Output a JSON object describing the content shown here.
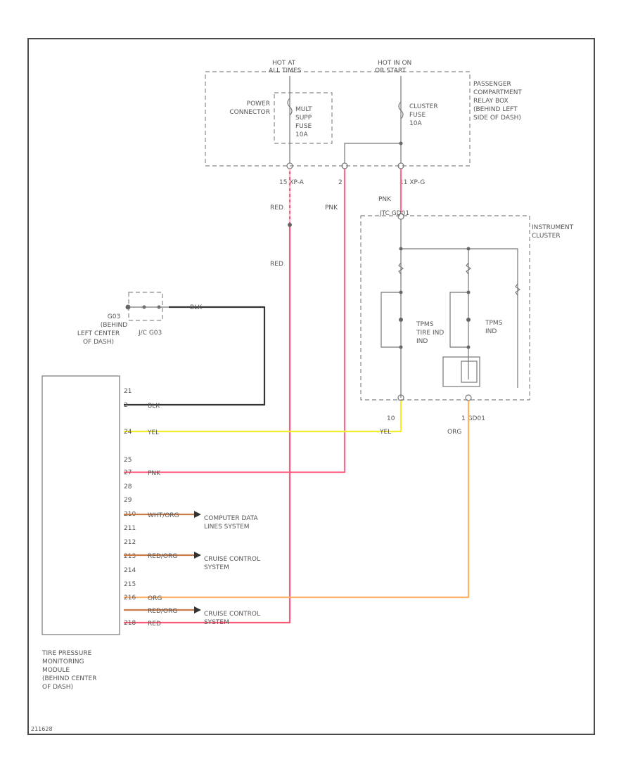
{
  "hot_at_all_times": [
    "HOT AT",
    "ALL TIMES"
  ],
  "hot_in_on_or_start": [
    "HOT IN ON",
    "OR START"
  ],
  "relay_box_label": [
    "PASSENGER",
    "COMPARTMENT",
    "RELAY BOX",
    "(BEHIND LEFT",
    "SIDE OF DASH)"
  ],
  "power_connector_label": [
    "POWER",
    "CONNECTOR"
  ],
  "mult_fuse_label": [
    "MULT",
    "SUPP",
    "FUSE",
    "10A"
  ],
  "cluster_fuse_label": [
    "CLUSTER",
    "FUSE",
    "10A"
  ],
  "conn_labels": {
    "c1": "15  XP-A",
    "c2": "2",
    "c3": "11  XP-G",
    "c4": "JTC  GD01",
    "c5": "10",
    "c6": "1  GD01"
  },
  "instrument_cluster_label": [
    "INSTRUMENT",
    "CLUSTER"
  ],
  "tpms_tire_ind_label": [
    "TPMS",
    "TIRE IND",
    "IND"
  ],
  "tpms_ind_label": [
    "TPMS",
    "IND"
  ],
  "ground_label": [
    "G03",
    "(BEHIND",
    "LEFT CENTER",
    "OF DASH)"
  ],
  "jc_label": "J/C G03",
  "module_label": [
    "TIRE PRESSURE",
    "MONITORING",
    "MODULE",
    "(BEHIND CENTER",
    "OF DASH)"
  ],
  "module_pins": [
    "21",
    "2",
    "24",
    "25",
    "27",
    "28",
    "29",
    "210",
    "211",
    "212",
    "213",
    "214",
    "215",
    "216",
    "218"
  ],
  "wire_colors_text": {
    "red1": "RED",
    "red2": "RED",
    "pink1": "PNK",
    "pink2": "PNK",
    "blk1": "BLK",
    "blk2": "BLK",
    "yel1": "YEL",
    "yel2": "YEL",
    "pnk3": "PNK",
    "wht_org": "WHT/ORG",
    "red_org1": "RED/ORG",
    "org1": "ORG",
    "org2": "ORG",
    "red_org2": "RED/ORG",
    "red3": "RED"
  },
  "computer_data_lines": [
    "COMPUTER DATA",
    "LINES SYSTEM"
  ],
  "cruise_control_1": [
    "CRUISE CONTROL",
    "SYSTEM"
  ],
  "cruise_control_2": [
    "CRUISE CONTROL",
    "SYSTEM"
  ],
  "diagram_id": "211628",
  "colors": {
    "red": "#ff5a7a",
    "pink": "#ff6a8a",
    "yellow": "#f2ef2a",
    "black": "#333333",
    "orange": "#ffb066",
    "brown": "#c97a4a"
  }
}
